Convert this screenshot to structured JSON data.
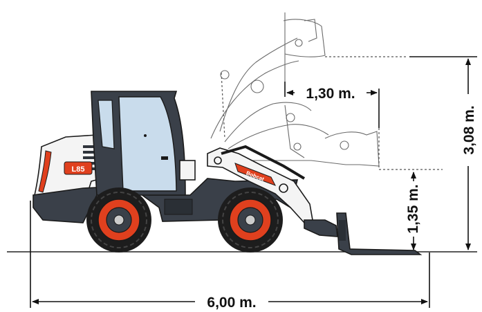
{
  "dimensions": {
    "length": "6,00 m.",
    "max_height": "3,08 m.",
    "reach": "1,30 m.",
    "dump_height": "1,35 m."
  },
  "branding": {
    "model_badge": "L85",
    "decal_text": "Bobcat"
  },
  "colors": {
    "bobcat_orange": "#e0401e",
    "body_white": "#f4f4f4",
    "body_grey": "#3a4049",
    "glass_blue": "#c9dcec",
    "tire": "#1d1d1d"
  },
  "icons": [
    "wheel-loader-illustration",
    "bucket-icon",
    "dimension-arrow-icon"
  ]
}
